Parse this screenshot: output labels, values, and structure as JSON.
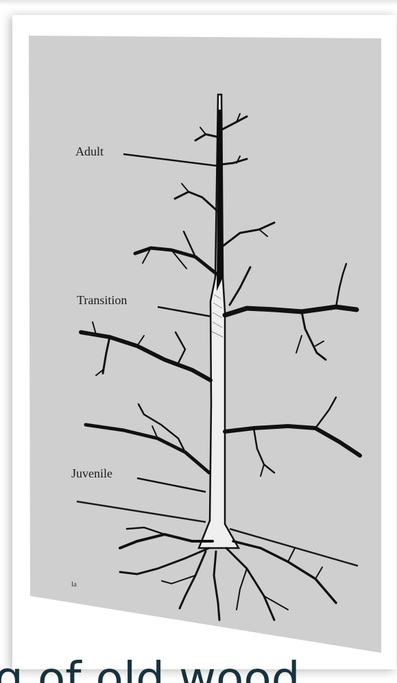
{
  "diagram": {
    "labels": {
      "adult": "Adult",
      "transition": "Transition",
      "juvenile": "Juvenile"
    },
    "corner_mark": "la"
  },
  "caption": "g of old wood",
  "colors": {
    "panel": "#cfcfcf",
    "ink": "#111111",
    "caption": "#17323e"
  }
}
